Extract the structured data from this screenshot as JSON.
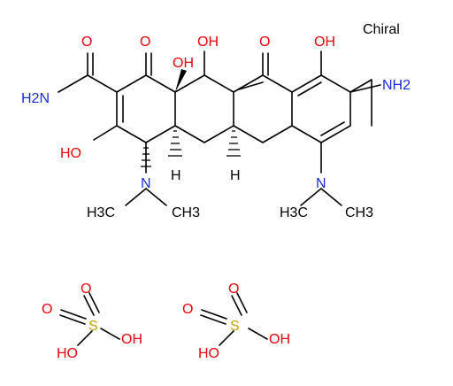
{
  "chiral_label": "Chiral",
  "colors": {
    "bond": "#000000",
    "oxygen": "#e8000b",
    "nitrogen": "#1a2cd6",
    "sulfur": "#c6a000",
    "hydrogen": "#000000",
    "background": "#ffffff"
  },
  "atoms": {
    "o_amide": "O",
    "nh2_amide": "H2N",
    "o_ketone1": "O",
    "oh_4a": "OH",
    "oh_enol": "OH",
    "o_ketone2": "O",
    "oh_phenol": "OH",
    "nh2_aryl": "NH2",
    "oh_ring_a": "HO",
    "h_4a": "H",
    "h_5a": "H",
    "nme2_left_n": "N",
    "nme2_left_me1": "H3C",
    "nme2_left_me2": "CH3",
    "nme2_right_n": "N",
    "nme2_right_me1": "H3C",
    "nme2_right_me2": "CH3"
  },
  "sulfate_1": {
    "s": "S",
    "o_top": "O",
    "o_left": "O",
    "oh_right": "OH",
    "oh_bottom": "HO"
  },
  "sulfate_2": {
    "s": "S",
    "o_top": "O",
    "o_left": "O",
    "oh_right": "OH",
    "oh_bottom": "HO"
  }
}
